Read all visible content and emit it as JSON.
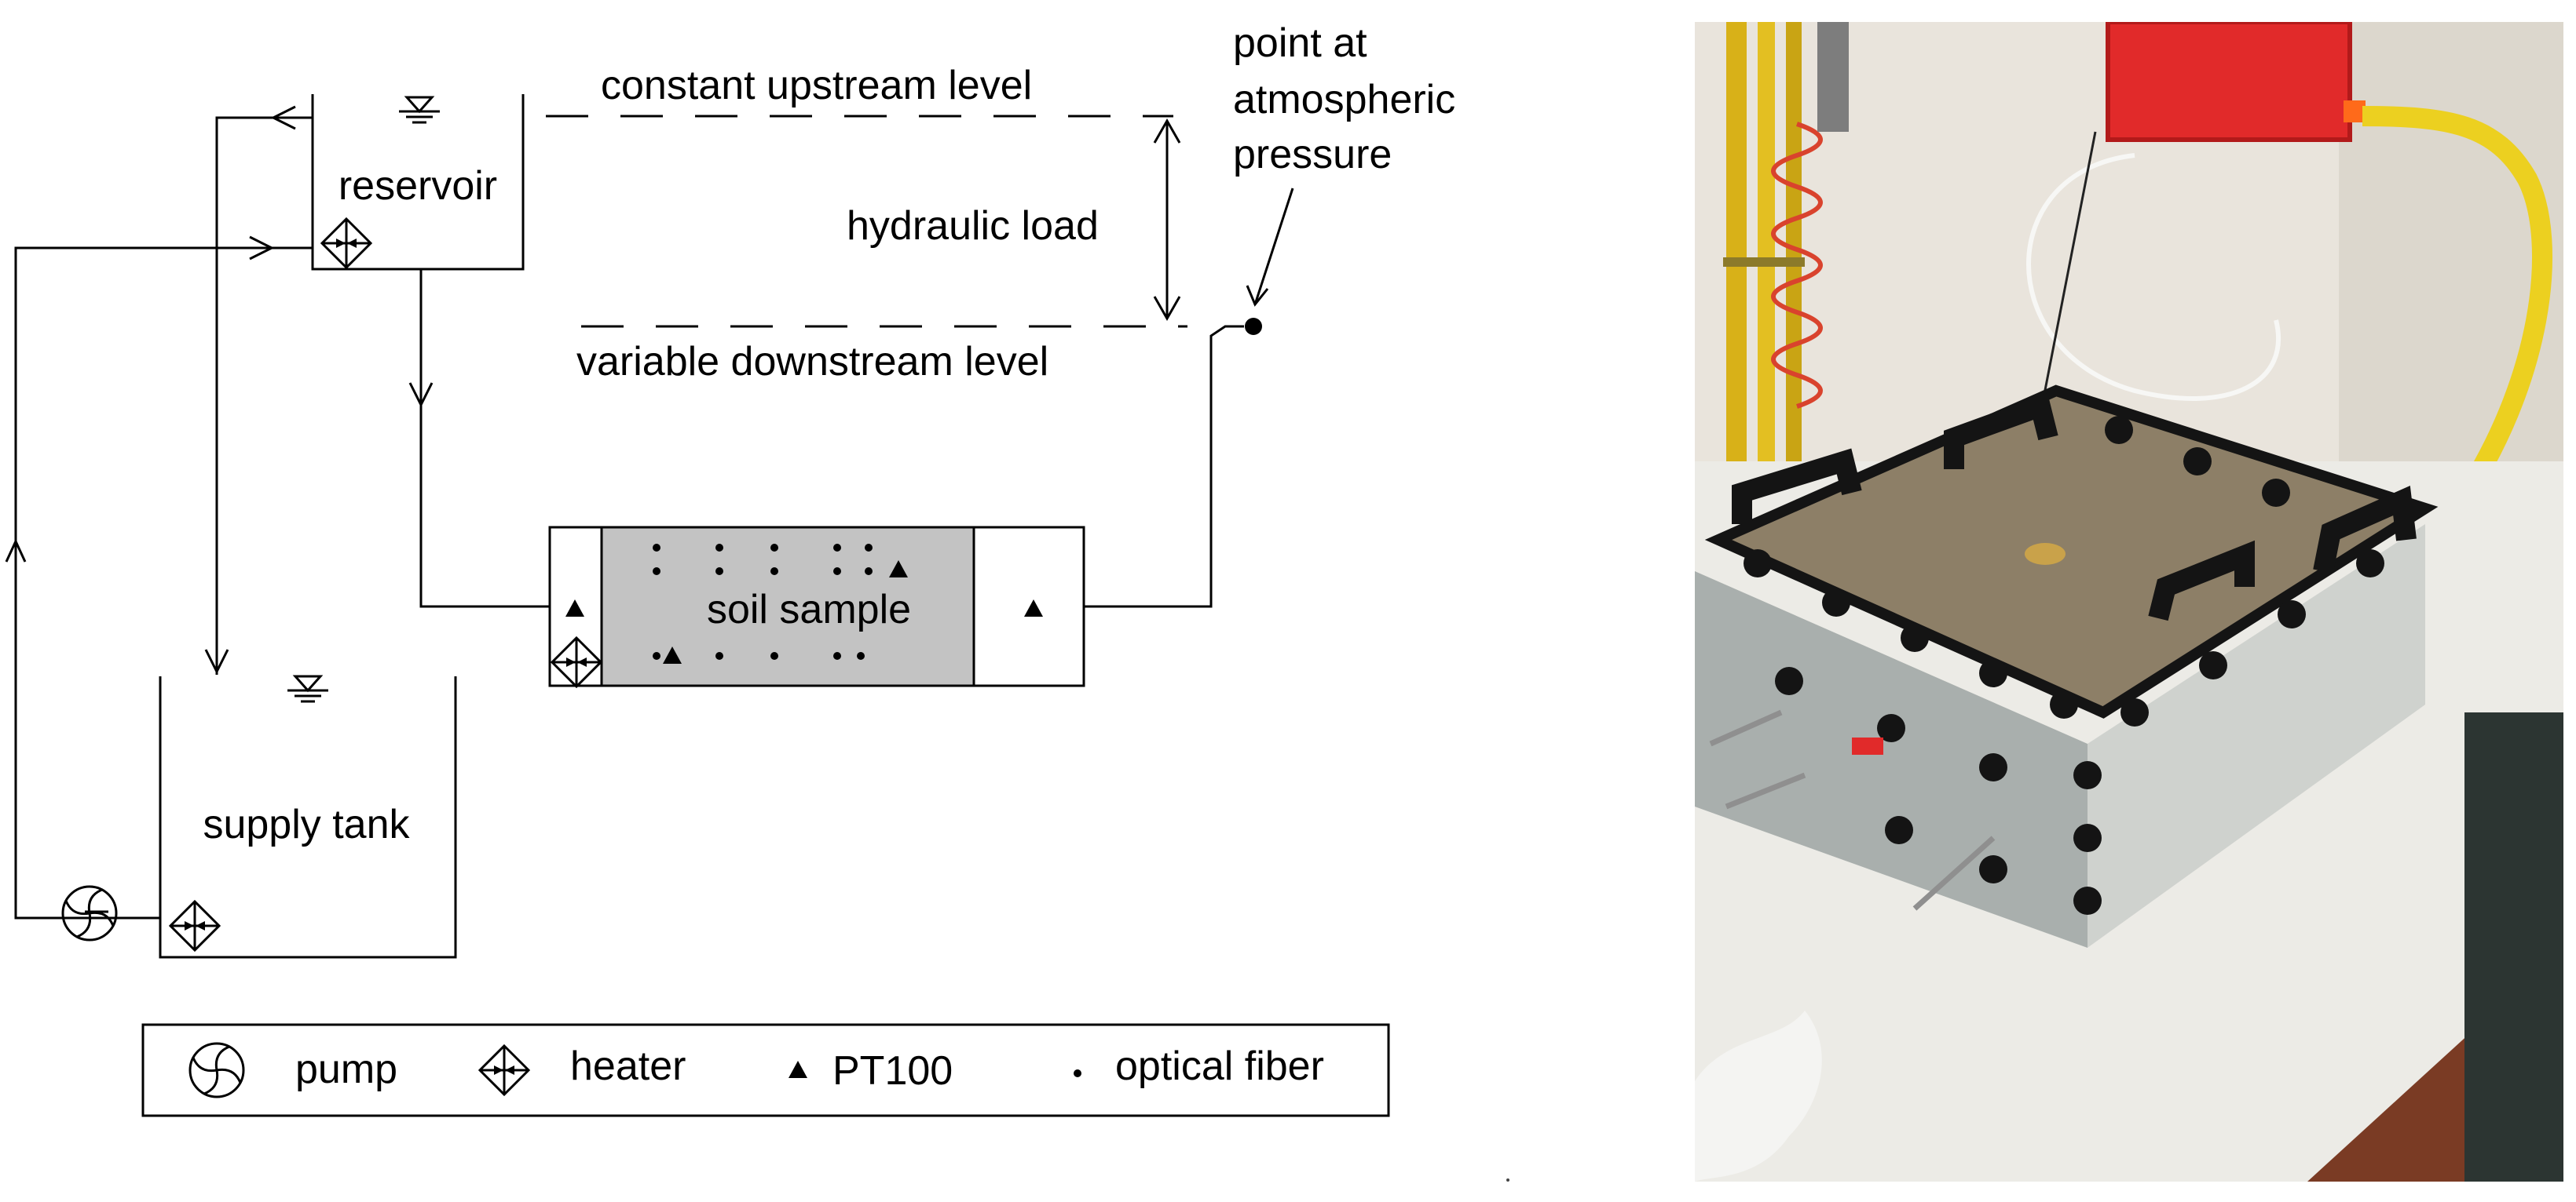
{
  "diagram": {
    "labels": {
      "reservoir": "reservoir",
      "constant_upstream": "constant upstream level",
      "hydraulic_load": "hydraulic load",
      "variable_downstream": "variable downstream level",
      "point_line1": "point at",
      "point_line2": "atmospheric",
      "point_line3": "pressure",
      "soil_sample": "soil sample",
      "supply_tank": "supply tank"
    },
    "legend": {
      "pump": "pump",
      "heater": "heater",
      "pt100": "PT100",
      "optical_fiber": "optical fiber"
    },
    "colors": {
      "soil_fill": "#c3c3c3",
      "line": "#000000"
    }
  },
  "photo": {
    "subject": "laboratory test box with acrylic walls, black handles and knobs",
    "colors": {
      "wall": "#e9e4dc",
      "table": "#ecebe6",
      "handles": "#141414",
      "sand_lid": "#8d7f67",
      "red_box": "#e12a2a",
      "yellow_hose": "#ecd020"
    }
  }
}
